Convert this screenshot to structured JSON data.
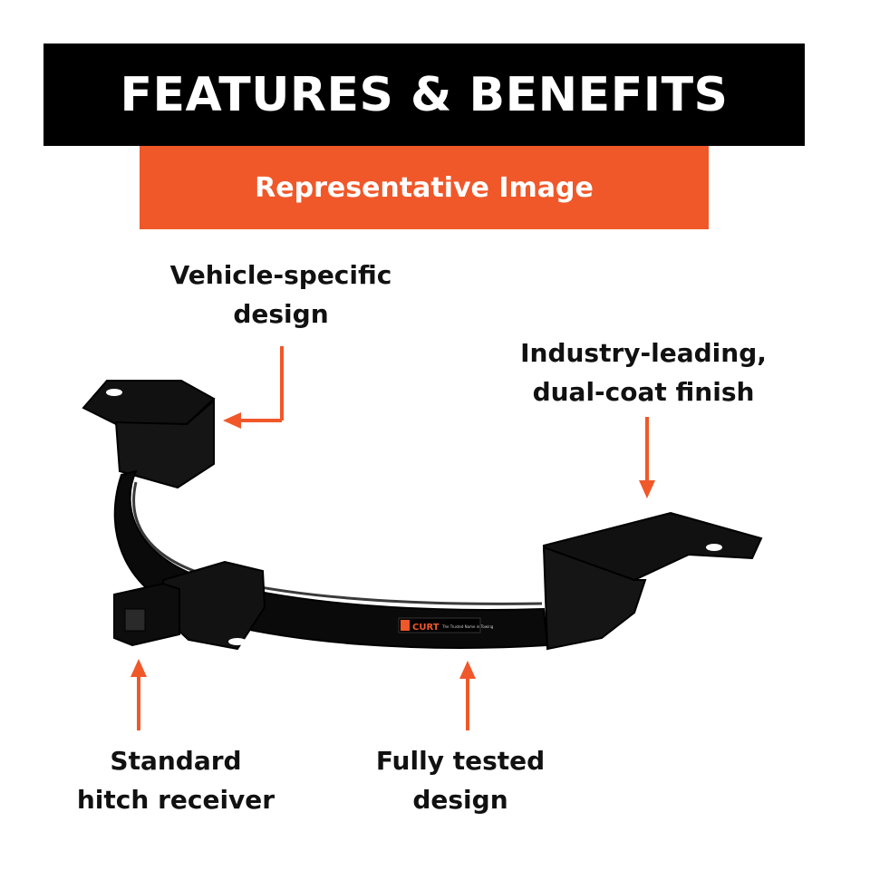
{
  "header": {
    "title": "FEATURES & BENEFITS",
    "subtitle": "Representative Image"
  },
  "callouts": {
    "vehicle_specific": {
      "line1": "Vehicle-specific",
      "line2": "design"
    },
    "industry_leading": {
      "line1": "Industry-leading,",
      "line2": "dual-coat finish"
    },
    "standard_receiver": {
      "line1": "Standard",
      "line2": "hitch receiver"
    },
    "fully_tested": {
      "line1": "Fully tested",
      "line2": "design"
    }
  },
  "product": {
    "brand": "CURT",
    "label_tagline": "The Trusted Name in Towing"
  },
  "colors": {
    "title_background": "#000000",
    "subtitle_background": "#f0582a",
    "arrow": "#f0582a",
    "text": "#111111",
    "hitch": "#0a0a0a"
  },
  "icons": {
    "arrow": "arrow-icon"
  }
}
